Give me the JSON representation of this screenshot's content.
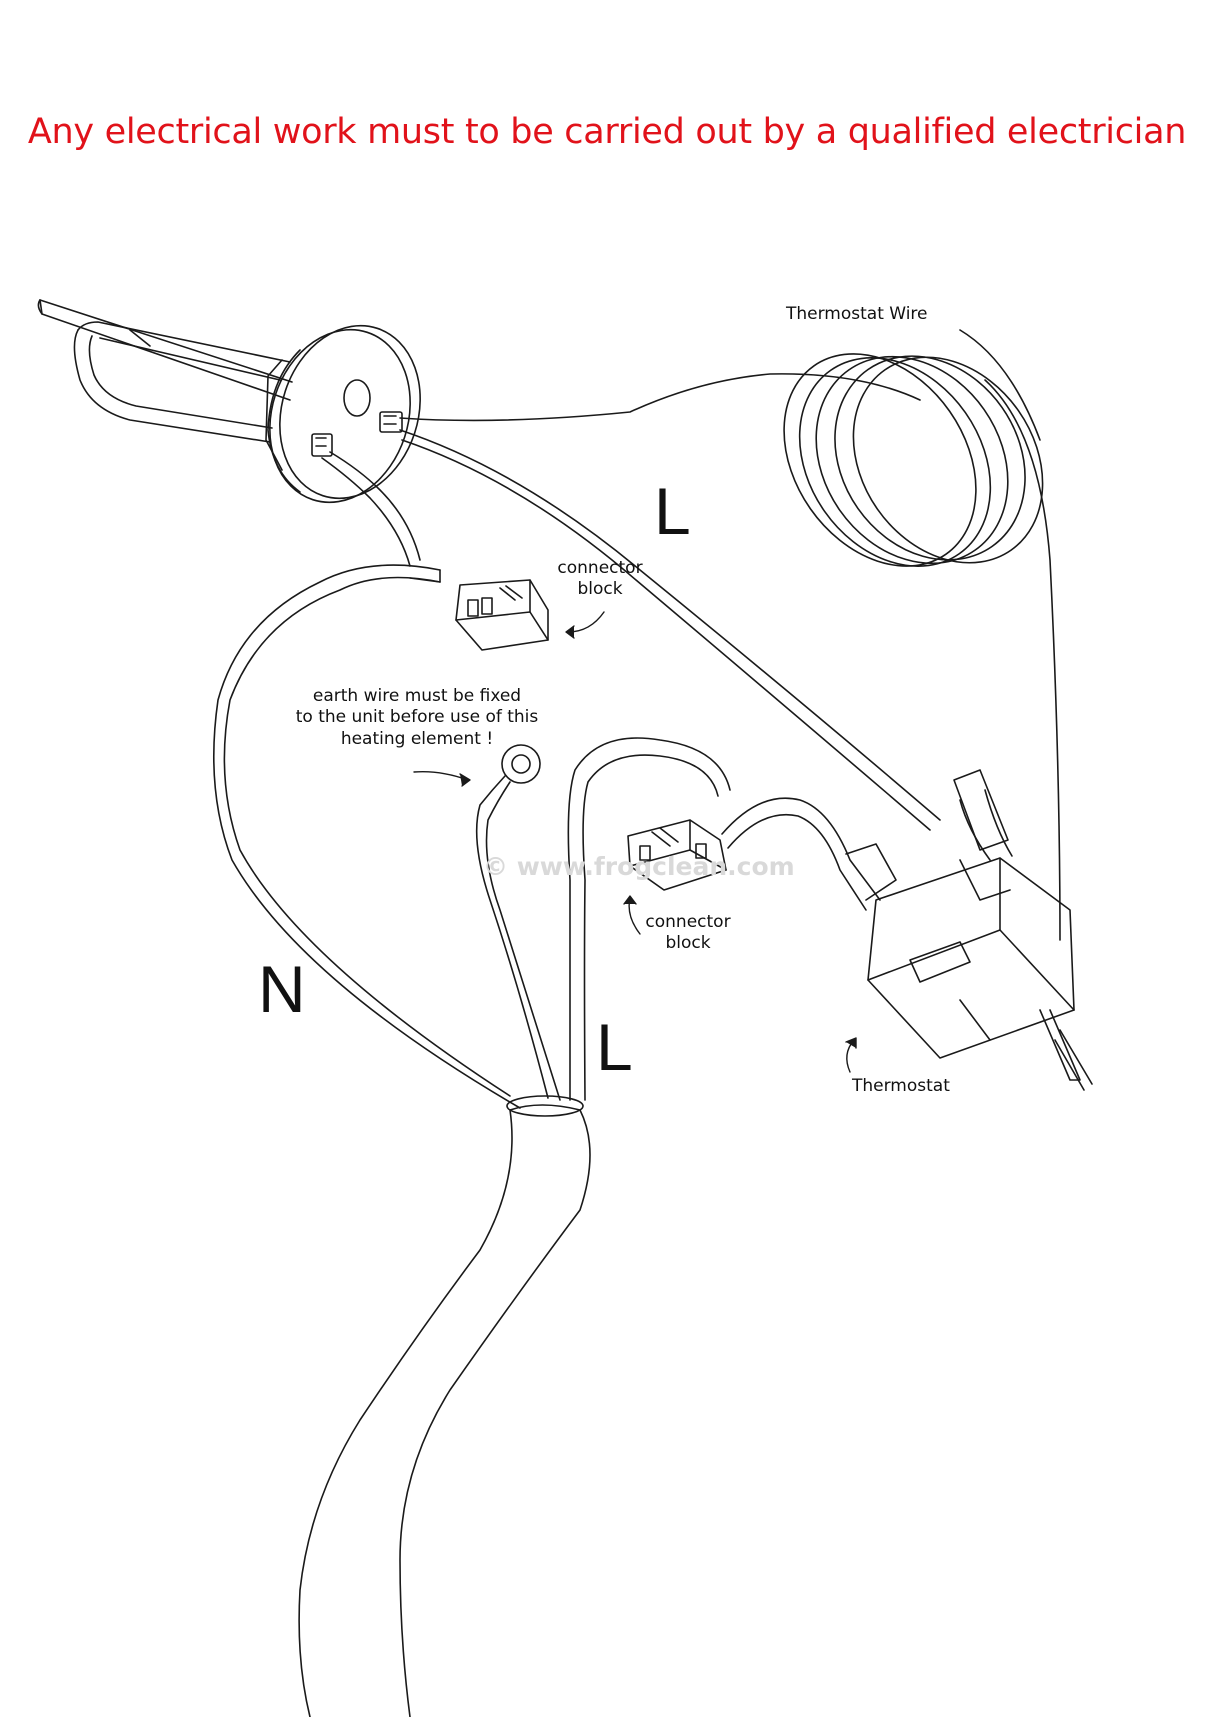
{
  "warning": "Any electrical work must to be carried out by a qualified electrician",
  "labels": {
    "thermostat_wire": "Thermostat Wire",
    "live_top": "L",
    "connector_block_top_line1": "connector",
    "connector_block_top_line2": "block",
    "earth_line1": "earth wire must be fixed",
    "earth_line2": "to the unit before use of this",
    "earth_line3": "heating element !",
    "connector_block_bottom_line1": "connector",
    "connector_block_bottom_line2": "block",
    "neutral": "N",
    "live_bottom": "L",
    "thermostat": "Thermostat"
  },
  "watermark": "© www.frogclean.com",
  "colors": {
    "warning": "#e1121a",
    "line": "#1a1a1a"
  }
}
